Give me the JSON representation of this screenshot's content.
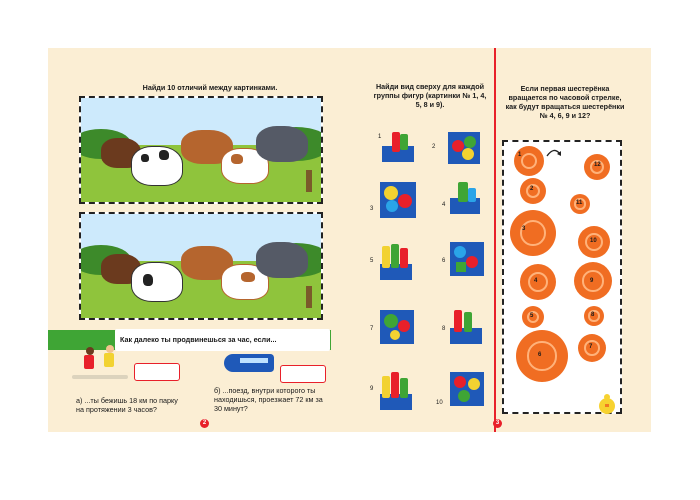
{
  "left_page": {
    "spot_title": "Найди 10 отличий между картинками.",
    "distance_banner": "Как далеко ты продвинешься за час, если...",
    "question_a": "а)  ...ты бежишь 18 км по парку на протяжении 3 часов?",
    "question_b": "б)  ...поезд, внутри которого ты находишься, проезжает 72 км за 30 минут?",
    "page_number": "2"
  },
  "middle_section": {
    "title": "Найди вид сверху для каждой группы фигур (картинки № 1, 4, 5, 8 и 9).",
    "figure_numbers": [
      "1",
      "2",
      "3",
      "4",
      "5",
      "6",
      "7",
      "8",
      "9",
      "10"
    ]
  },
  "right_page": {
    "gear_title": "Если первая шестерёнка вращается по часовой стрелке, как будут вращаться шестерёнки № 4, 6, 9 и 12?",
    "gear_numbers": [
      "1",
      "2",
      "3",
      "4",
      "5",
      "6",
      "7",
      "8",
      "9",
      "10",
      "11",
      "12"
    ],
    "page_number": "3"
  },
  "colors": {
    "accent_red": "#e8202a",
    "banner_green": "#3fa535",
    "page_bg": "#fbeed4",
    "gear_orange": "#f06d22"
  }
}
